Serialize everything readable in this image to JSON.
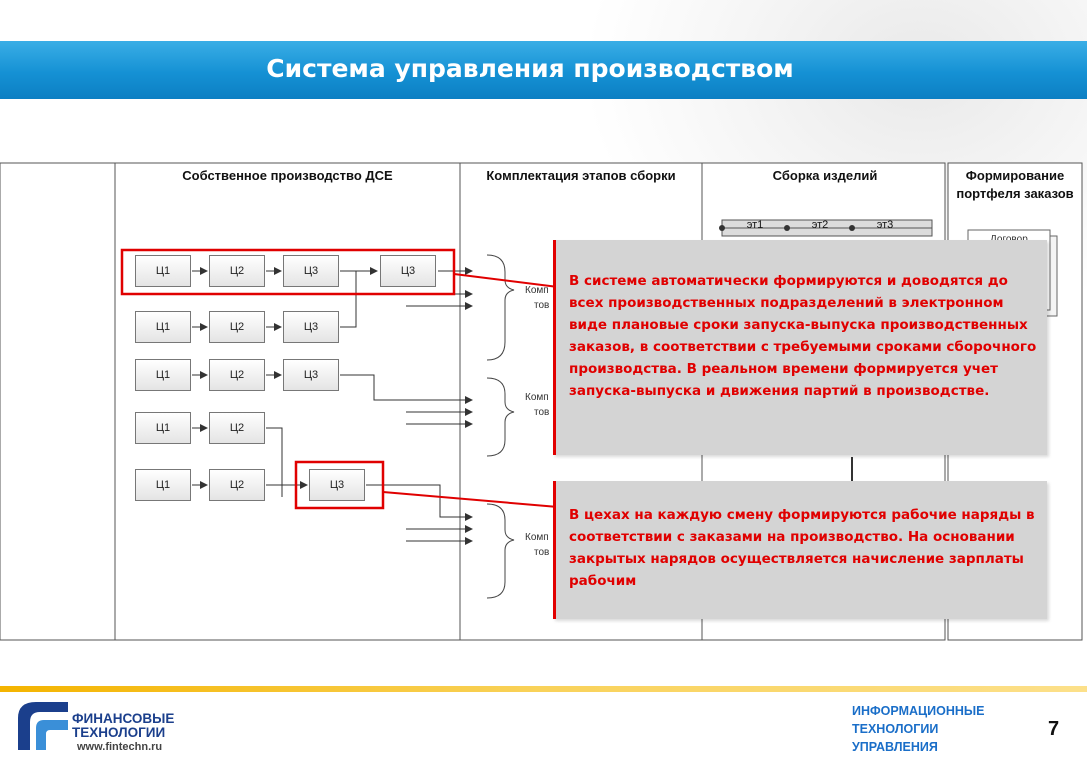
{
  "slide": {
    "title": "Система управления производством",
    "page_number": "7"
  },
  "columns": [
    {
      "title": "Собственное производство ДСЕ"
    },
    {
      "title": "Комплектация этапов сборки"
    },
    {
      "title": "Сборка изделий"
    },
    {
      "title_line1": "Формирование",
      "title_line2": "портфеля заказов"
    }
  ],
  "workshops": {
    "row1": [
      "Ц1",
      "Ц2",
      "Ц3",
      "Ц3"
    ],
    "row2": [
      "Ц1",
      "Ц2",
      "Ц3"
    ],
    "row3": [
      "Ц1",
      "Ц2",
      "Ц3"
    ],
    "row4": [
      "Ц1",
      "Ц2"
    ],
    "row5": [
      "Ц1",
      "Ц2",
      "Ц3"
    ]
  },
  "assembly_stages": [
    "эт1",
    "эт2",
    "эт3"
  ],
  "partial_labels": {
    "kompl_a": "Комп",
    "tov_a": "тов",
    "kompl_b": "Комп",
    "tov_b": "тов",
    "kompl_c": "Комп",
    "tov_c": "тов",
    "dogovor": "Договор"
  },
  "callouts": {
    "top": "В системе автоматически формируются и доводятся до всех производственных подразделений в электронном виде плановые сроки запуска-выпуска производственных заказов, в соответствии с требуемыми сроками сборочного производства. В реальном времени формируется учет запуска-выпуска и движения партий в производстве.",
    "bottom": "В цехах на каждую смену формируются рабочие наряды в соответствии с заказами на производство. На основании закрытых нарядов осуществляется начисление зарплаты рабочим"
  },
  "footer": {
    "logo_line1": "ФИНАНСОВЫЕ",
    "logo_line2": "ТЕХНОЛОГИИ",
    "website": "www.fintechn.ru",
    "tagline_line1": "ИНФОРМАЦИОННЫЕ",
    "tagline_line2": "ТЕХНОЛОГИИ",
    "tagline_line3": "УПРАВЛЕНИЯ"
  },
  "colors": {
    "title_bar": "#1591d4",
    "highlight_red": "#e00000",
    "callout_bg": "#d4d4d4",
    "footer_gold": "#f4b400",
    "logo_blue": "#1b3f8c"
  }
}
